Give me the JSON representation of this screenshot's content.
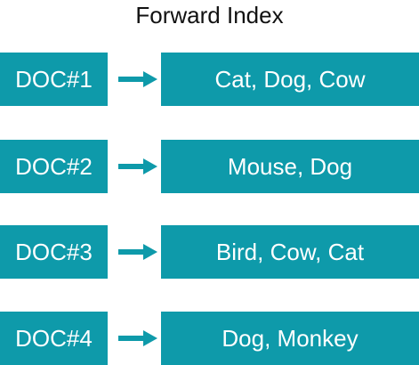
{
  "title": "Forward Index",
  "colors": {
    "box_fill": "#0e9aaa",
    "box_text": "#ffffff",
    "arrow": "#0e9aaa",
    "title_text": "#111111"
  },
  "rows": [
    {
      "doc": "DOC#1",
      "terms": "Cat, Dog, Cow"
    },
    {
      "doc": "DOC#2",
      "terms": "Mouse, Dog"
    },
    {
      "doc": "DOC#3",
      "terms": "Bird, Cow, Cat"
    },
    {
      "doc": "DOC#4",
      "terms": "Dog, Monkey"
    }
  ]
}
